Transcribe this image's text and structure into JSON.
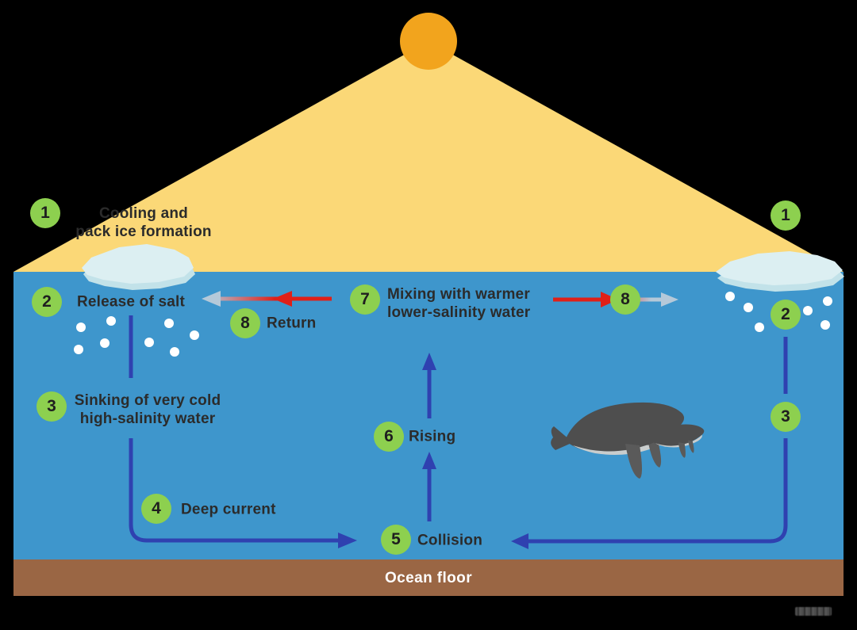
{
  "diagram_title": "",
  "steps": [
    {
      "num": "1",
      "label": "Cooling and\npack ice formation"
    },
    {
      "num": "2",
      "label": "Release of salt"
    },
    {
      "num": "3",
      "label": "Sinking of very cold\nhigh-salinity water"
    },
    {
      "num": "4",
      "label": "Deep current"
    },
    {
      "num": "5",
      "label": "Collision"
    },
    {
      "num": "6",
      "label": "Rising"
    },
    {
      "num": "7",
      "label": "Mixing with warmer\nlower-salinity water"
    },
    {
      "num": "8",
      "label": "Return"
    }
  ],
  "ocean_floor_label": "Ocean floor",
  "colors": {
    "background": "#000000",
    "sun": "#F2A41D",
    "sunbeam": "#FBD877",
    "water": "#3E96CC",
    "ocean_floor": "#9A6644",
    "step_badge": "#8DD04F",
    "badge_number": "#1F1F1F",
    "label_text": "#2B2B2B",
    "floor_text": "#FFFFFF",
    "arrow_blue": "#2F41B0",
    "arrow_red": "#E02018",
    "arrow_pale": "#B5C9D9",
    "ice": "#DCEFF2",
    "ice_shadow": "#C2E2E9",
    "salt_dot": "#FFFFFF",
    "whale": "#4E4E4E",
    "whale_belly": "#C9CDCD"
  },
  "icons": {
    "sun": "sun-icon",
    "sunbeam": "sunbeam-triangle",
    "ice_left": "ice-floe-icon",
    "ice_right": "ice-floe-icon",
    "salt": "salt-dots",
    "whales": "whale-icon",
    "watermark": "watermark-logo"
  }
}
